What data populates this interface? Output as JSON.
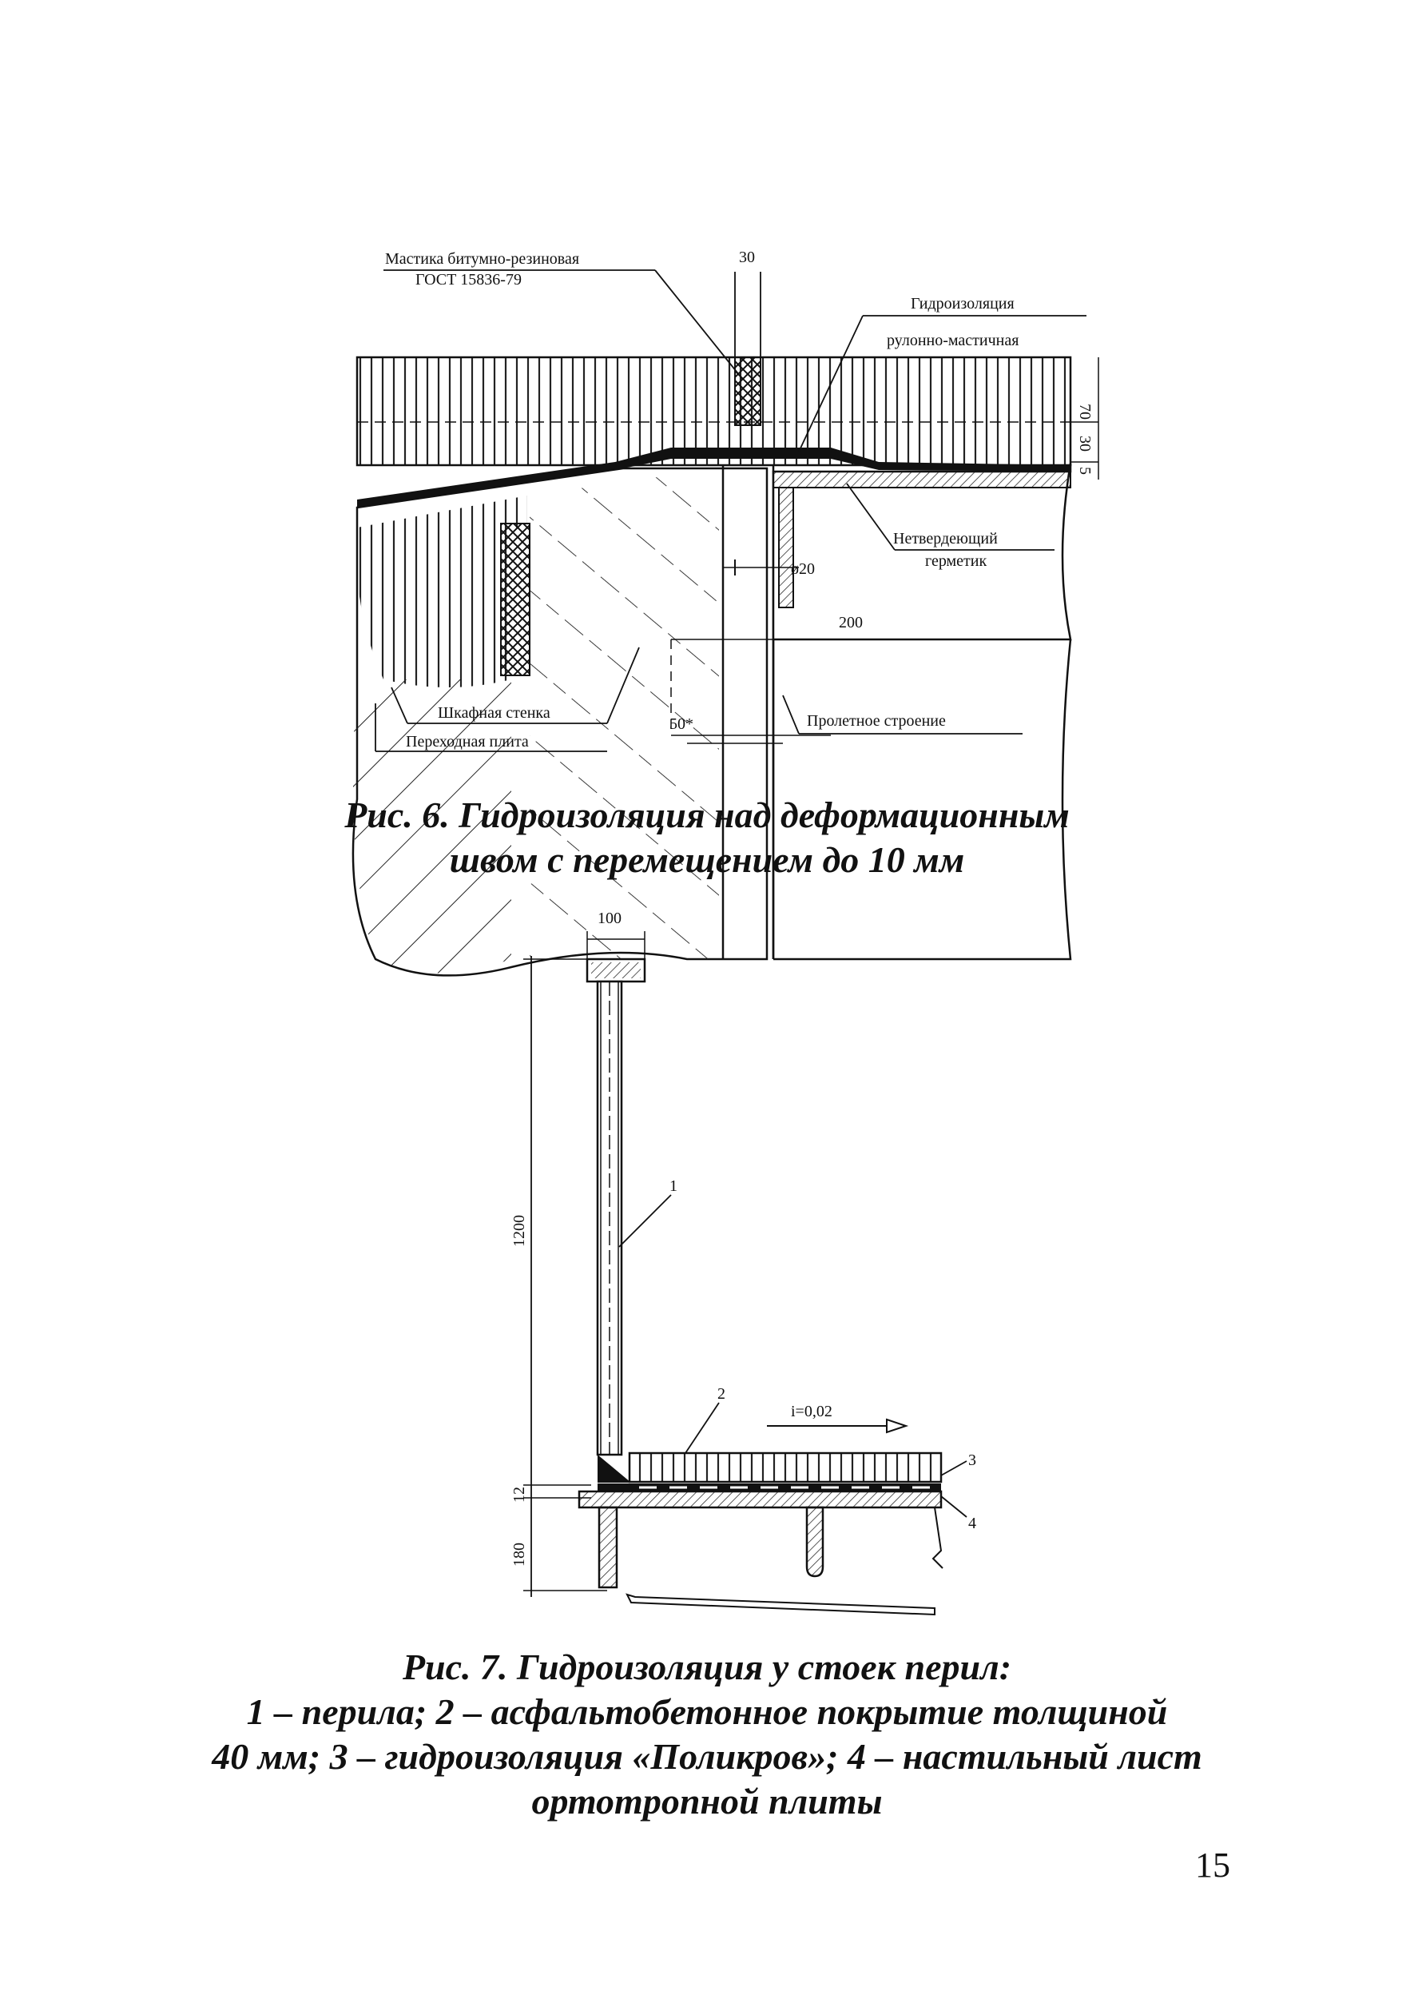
{
  "fig6": {
    "labels": {
      "mastic_line1": "Мастика битумно-резиновая",
      "mastic_line2": "ГОСТ 15836-79",
      "dim_30_top": "30",
      "waterproof_line1": "Гидроизоляция",
      "waterproof_line2": "рулонно-мастичная",
      "dim_70": "70",
      "dim_30_side": "30",
      "dim_5": "5",
      "sealant_line1": "Нетвердеющий",
      "sealant_line2": "герметик",
      "dia_20": "ø20",
      "dim_200": "200",
      "wall": "Шкафная стенка",
      "transition_slab": "Переходная плита",
      "dim_50": "50*",
      "span": "Пролетное строение"
    },
    "caption_line1": "Рис. 6. Гидроизоляция над деформационным",
    "caption_line2": "швом с перемещением до 10 мм"
  },
  "fig7": {
    "labels": {
      "dim_100": "100",
      "dim_1200": "1200",
      "dim_12": "12",
      "dim_180": "180",
      "slope": "i=0,02",
      "n1": "1",
      "n2": "2",
      "n3": "3",
      "n4": "4"
    },
    "caption_line1": "Рис. 7. Гидроизоляция у стоек перил:",
    "caption_line2": "1 – перила; 2 – асфальтобетонное покрытие толщиной",
    "caption_line3": "40 мм; 3 – гидроизоляция «Поликров»; 4 – настильный лист",
    "caption_line4": "ортотропной плиты"
  },
  "page_number": "15"
}
